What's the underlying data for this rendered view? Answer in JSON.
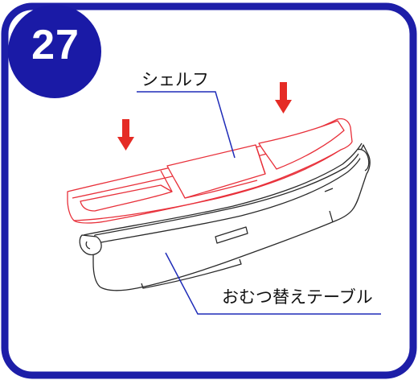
{
  "step": {
    "number": "27"
  },
  "labels": {
    "shelf": "シェルフ",
    "changing_table": "おむつ替えテーブル"
  },
  "colors": {
    "frame": "#1d1ea8",
    "badge": "#1a1aa6",
    "highlight": "#e8303a",
    "arrow": "#e52b25",
    "line": "#2a2a2a",
    "leader": "#1f2cb8"
  },
  "icons": {
    "arrow_left": "down-arrow-icon",
    "arrow_right": "down-arrow-icon"
  }
}
